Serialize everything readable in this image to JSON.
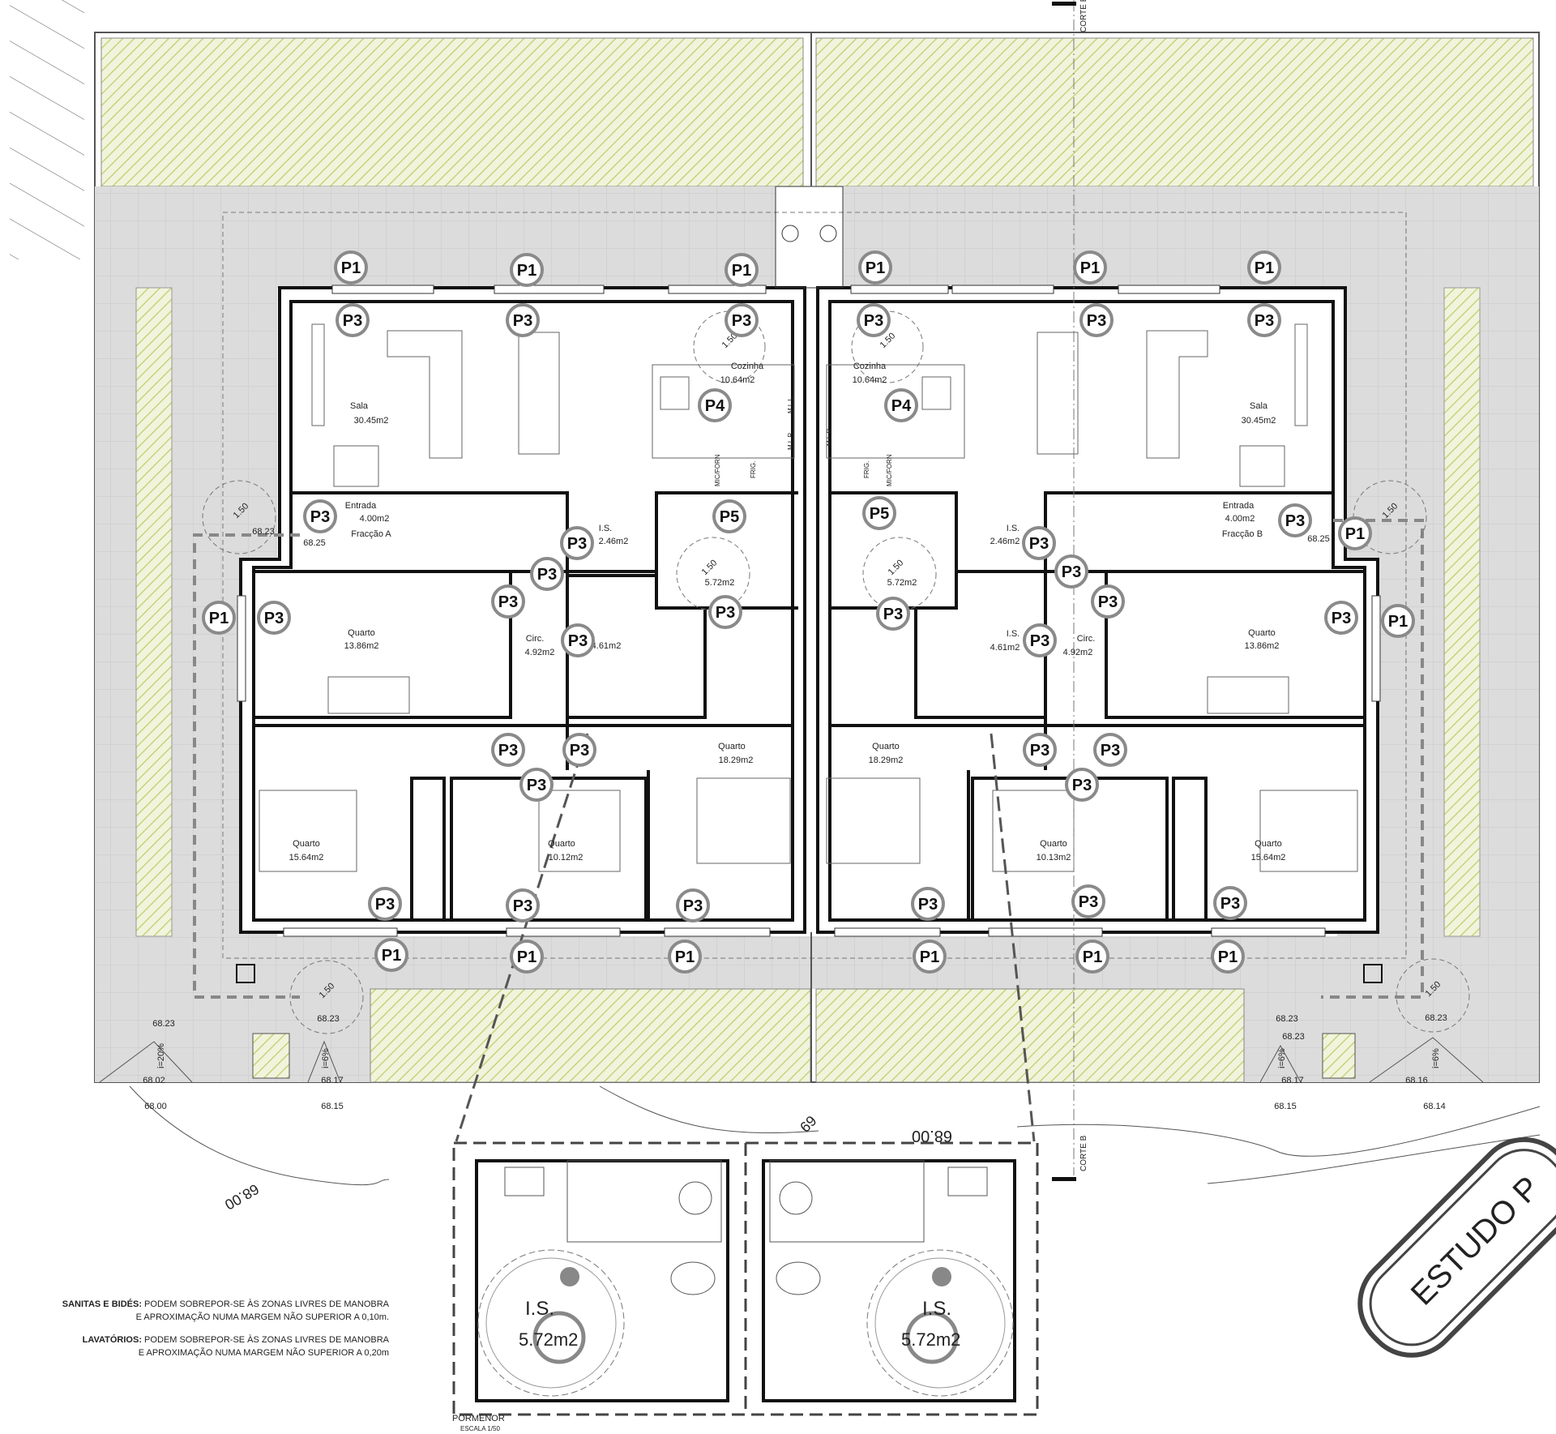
{
  "rooms": {
    "a_sala": "Sala",
    "a_sala_area": "30.45m2",
    "b_sala": "Sala",
    "b_sala_area": "30.45m2",
    "a_cozinha": "Cozinha",
    "a_cozinha_area": "10.64m2",
    "b_cozinha": "Cozinha",
    "b_cozinha_area": "10.64m2",
    "a_entrada": "Entrada",
    "a_entrada_area": "4.00m2",
    "a_fraccao": "Fracção A",
    "b_entrada": "Entrada",
    "b_entrada_area": "4.00m2",
    "b_fraccao": "Fracção B",
    "a_is1": "I.S.",
    "a_is1_area": "2.46m2",
    "b_is1": "I.S.",
    "b_is1_area": "2.46m2",
    "a_is2_area": "5.72m2",
    "b_is2_area": "5.72m2",
    "a_is3_area": "4.61m2",
    "b_is3": "I.S.",
    "b_is3_area": "4.61m2",
    "a_circ": "Circ.",
    "a_circ_area": "4.92m2",
    "b_circ": "Circ.",
    "b_circ_area": "4.92m2",
    "a_q1": "Quarto",
    "a_q1_area": "13.86m2",
    "b_q1": "Quarto",
    "b_q1_area": "13.86m2",
    "a_q2": "Quarto",
    "a_q2_area": "15.64m2",
    "b_q2": "Quarto",
    "b_q2_area": "15.64m2",
    "a_q3": "Quarto",
    "a_q3_area": "10.12m2",
    "b_q3": "Quarto",
    "b_q3_area": "10.13m2",
    "a_q4": "Quarto",
    "a_q4_area": "18.29m2",
    "b_q4": "Quarto",
    "b_q4_area": "18.29m2"
  },
  "levels": {
    "l1": "68.23",
    "l2": "68.25",
    "l3": "68.25",
    "l4": "68.23",
    "l5": "68.23",
    "l6": "68.23",
    "l7": "68.02",
    "l8": "68.00",
    "l9": "68.17",
    "l10": "68.15",
    "l11": "68.23",
    "l12": "68.17",
    "l13": "68.15",
    "l14": "68.16",
    "l15": "68.14",
    "l16": "68.23"
  },
  "slopes": {
    "s1": "i=20%",
    "s2": "i=6%",
    "s3": "i=6%",
    "s4": "i=6%"
  },
  "turn_radius": "1.50",
  "appliances": {
    "mlr": "M.L.R.",
    "mll": "M.L.L.",
    "frig": "FRIG.",
    "micforn": "MIC/FORN"
  },
  "contours": {
    "c1": "68.00",
    "c2": "69",
    "c3": "68.00"
  },
  "section": {
    "corte_b": "CORTE B"
  },
  "detail": {
    "left_is": "I.S.",
    "left_area": "5.72m2",
    "right_is": "I.S.",
    "right_area": "5.72m2",
    "title": "PORMENOR",
    "scale": "ESCALA 1/50"
  },
  "notes": {
    "n1_head": "SANITAS E BIDÉS:",
    "n1_text": "PODEM SOBREPOR-SE ÀS ZONAS LIVRES DE MANOBRA",
    "n1_line2": "E APROXIMAÇÃO NUMA MARGEM NÃO SUPERIOR A 0,10m.",
    "n2_head": "LAVATÓRIOS:",
    "n2_text": "PODEM SOBREPOR-SE ÀS ZONAS LIVRES DE MANOBRA",
    "n2_line2": "E APROXIMAÇÃO NUMA MARGEM NÃO SUPERIOR A 0,20m"
  },
  "stamp": {
    "text": "ESTUDO P"
  },
  "tags": {
    "p1": "P1",
    "p3": "P3",
    "p4": "P4",
    "p5": "P5"
  }
}
